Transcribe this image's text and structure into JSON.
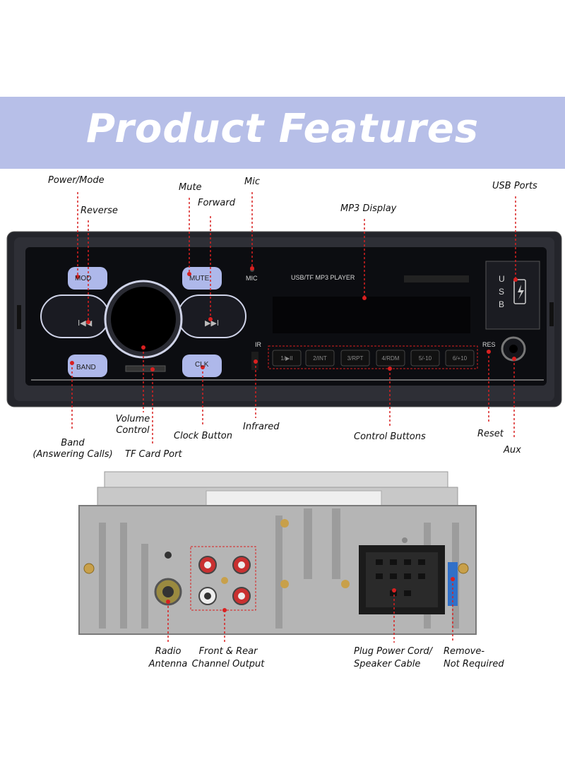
{
  "banner": {
    "title": "Product Features"
  },
  "front_panel": {
    "labels": {
      "power_mode": "Power/Mode",
      "reverse": "Reverse",
      "mute": "Mute",
      "forward": "Forward",
      "mic": "Mic",
      "mp3_display": "MP3 Display",
      "usb_ports": "USB Ports",
      "band_line1": "Band",
      "band_line2": "(Answering Calls)",
      "volume_line1": "Volume",
      "volume_line2": "Control",
      "tf_card_port": "TF Card Port",
      "clock_button": "Clock Button",
      "infrared": "Infrared",
      "control_buttons": "Control Buttons",
      "reset": "Reset",
      "aux": "Aux"
    },
    "unit": {
      "mode_button": "MOD",
      "mute_button": "MUTE",
      "band_button": "BAND",
      "clk_button": "CLK",
      "mic_text": "MIC",
      "ir_text": "IR",
      "res_text": "RES",
      "player_text": "USB/TF MP3  PLAYER",
      "usb_letters": [
        "U",
        "S",
        "B"
      ],
      "control_buttons": [
        "1/▶II",
        "2/INT",
        "3/RPT",
        "4/RDM",
        "5/-10",
        "6/+10"
      ]
    }
  },
  "rear_panel": {
    "labels": {
      "radio_antenna_line1": "Radio",
      "radio_antenna_line2": "Antenna",
      "channel_line1": "Front & Rear",
      "channel_line2": "Channel Output",
      "plug_line1": "Plug Power Cord/",
      "plug_line2": "Speaker Cable",
      "remove_line1": "Remove-",
      "remove_line2": "Not Required"
    }
  },
  "colors": {
    "banner": "#b7bfe8",
    "callout_line": "#d92020",
    "button_blue": "#aeb8ea",
    "unit_body": "#1a1b20"
  }
}
